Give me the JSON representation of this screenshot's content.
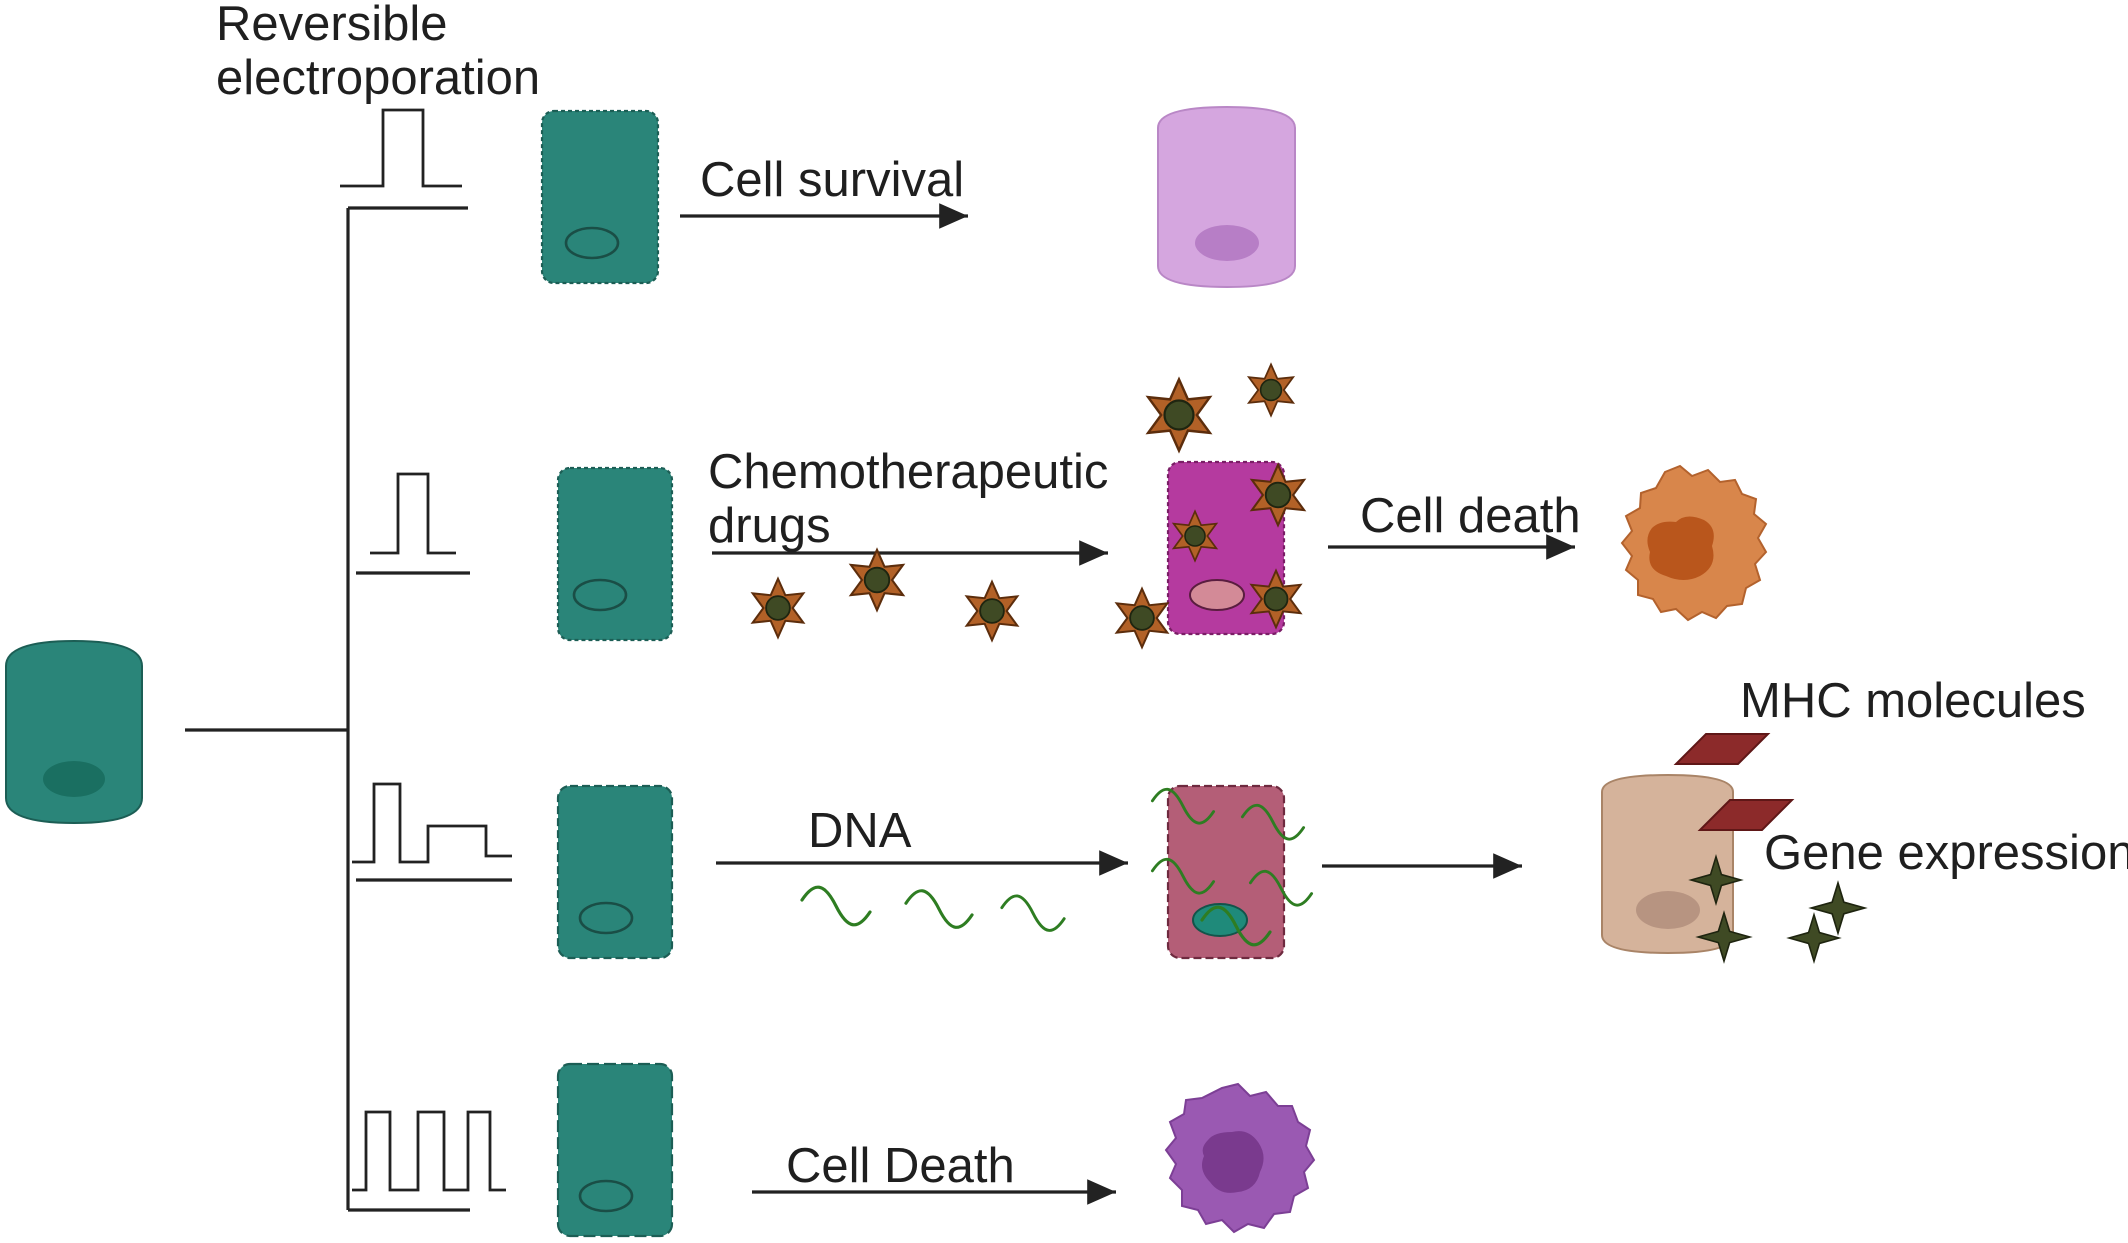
{
  "labels": {
    "reversible_line1": "Reversible",
    "reversible_line2": "electroporation",
    "cell_survival": "Cell survival",
    "chemo_line1": "Chemotherapeutic",
    "chemo_line2": "drugs",
    "cell_death": "Cell death",
    "dna": "DNA",
    "mhc": "MHC molecules",
    "gene_expressions": "Gene expressions",
    "cell_death_capital": "Cell Death"
  },
  "colors": {
    "teal_cell": "#2a8579",
    "teal_dark": "#1e6e63",
    "lilac_cell": "#d5a6df",
    "magenta_cell": "#b53a9f",
    "rose_cell": "#b45e77",
    "tan_cell": "#d5b39b",
    "orange_dying": "#d8864b",
    "purple_dying": "#9a59b2",
    "drug_star": "#b26127",
    "drug_center": "#3f4a24",
    "dna_strand": "#2e7d22",
    "mhc": "#8c2a2a",
    "gene_star": "#3f4a24"
  },
  "icons": [
    "pulse-icon",
    "drug-star-icon",
    "dna-strand-icon",
    "mhc-molecule-icon",
    "gene-expression-star-icon"
  ]
}
